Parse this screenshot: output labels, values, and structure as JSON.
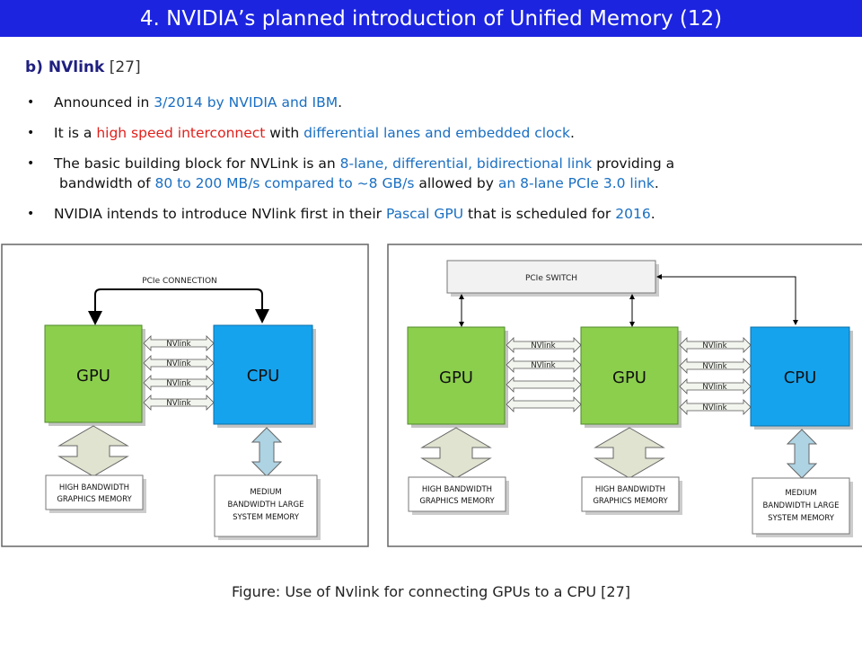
{
  "title": "4. NVIDIA’s planned introduction of Unified Memory (12)",
  "subtitle": {
    "label": "b) NVlink",
    "ref": "[27]"
  },
  "bullets": [
    {
      "parts": [
        {
          "t": "Announced in ",
          "c": ""
        },
        {
          "t": "3/2014 by NVIDIA and IBM",
          "c": "blue"
        },
        {
          "t": ".",
          "c": ""
        }
      ]
    },
    {
      "parts": [
        {
          "t": "It is a ",
          "c": ""
        },
        {
          "t": "high speed interconnect",
          "c": "red"
        },
        {
          "t": " with ",
          "c": ""
        },
        {
          "t": "differential lanes and embedded clock",
          "c": "blue"
        },
        {
          "t": ".",
          "c": ""
        }
      ]
    },
    {
      "parts": [
        {
          "t": "The basic building block for NVLink is an ",
          "c": ""
        },
        {
          "t": "8-lane, differential, bidirectional link",
          "c": "blue"
        },
        {
          "t": " providing a",
          "c": ""
        },
        {
          "t": "bandwidth of ",
          "c": "",
          "br": true
        },
        {
          "t": "80 to 200 MB/s compared to ~8 GB/s",
          "c": "blue"
        },
        {
          "t": " allowed by ",
          "c": ""
        },
        {
          "t": "an 8-lane PCIe 3.0 link",
          "c": "blue"
        },
        {
          "t": ".",
          "c": ""
        }
      ]
    },
    {
      "parts": [
        {
          "t": "NVIDIA intends to introduce NVlink first in their ",
          "c": ""
        },
        {
          "t": "Pascal GPU",
          "c": "blue"
        },
        {
          "t": " that is scheduled for ",
          "c": ""
        },
        {
          "t": "2016",
          "c": "blue"
        },
        {
          "t": ".",
          "c": ""
        }
      ]
    }
  ],
  "left_diagram": {
    "pcie_label": "PCIe CONNECTION",
    "gpu_label": "GPU",
    "cpu_label": "CPU",
    "nvlink_labels": [
      "NVlink",
      "NVlink",
      "NVlink",
      "NVlink"
    ],
    "gpu_memory": [
      "HIGH BANDWIDTH",
      "GRAPHICS MEMORY"
    ],
    "cpu_memory": [
      "MEDIUM",
      "BANDWIDTH LARGE",
      "SYSTEM MEMORY"
    ]
  },
  "right_diagram": {
    "switch_label": "PCIe SWITCH",
    "gpu1_label": "GPU",
    "gpu2_label": "GPU",
    "cpu_label": "CPU",
    "nvlink_gpu_gpu": [
      "NVlink",
      "NVlink"
    ],
    "nvlink_gpu_cpu": [
      "NVlink",
      "NVlink",
      "NVlink",
      "NVlink"
    ],
    "gpu1_memory": [
      "HIGH BANDWIDTH",
      "GRAPHICS MEMORY"
    ],
    "gpu2_memory": [
      "HIGH BANDWIDTH",
      "GRAPHICS MEMORY"
    ],
    "cpu_memory": [
      "MEDIUM",
      "BANDWIDTH LARGE",
      "SYSTEM MEMORY"
    ]
  },
  "caption": "Figure: Use of Nvlink for connecting GPUs to a CPU [27]",
  "colors": {
    "title_bg": "#1c24e0",
    "gpu_green": "#8ccf4d",
    "cpu_blue": "#16a3ee",
    "gpu_mem_arrow": "#dfe3cf",
    "cpu_mem_arrow": "#aed3e3",
    "highlight_blue": "#1a6fc2",
    "highlight_red": "#e0201b"
  }
}
